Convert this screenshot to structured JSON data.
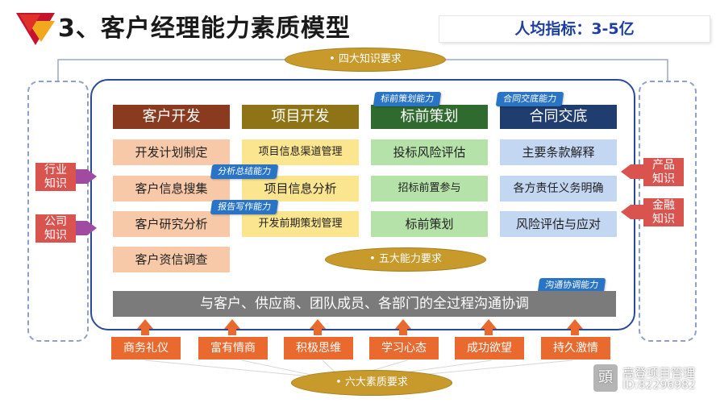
{
  "title": "3、客户经理能力素质模型",
  "metric": "人均指标：3-5亿",
  "ovals": {
    "knowledge": "•  四大知识要求",
    "ability": "•  五大能力要求",
    "quality": "•  六大素质要求"
  },
  "columns": [
    {
      "header": "客户开发",
      "items": [
        "开发计划制定",
        "客户信息搜集",
        "客户研究分析",
        "客户资信调查"
      ]
    },
    {
      "header": "项目开发",
      "items": [
        "项目信息渠道管理",
        "项目信息分析",
        "开发前期策划管理"
      ]
    },
    {
      "header": "标前策划",
      "items": [
        "投标风险评估",
        "招标前置参与",
        "标前策划"
      ]
    },
    {
      "header": "合同交底",
      "items": [
        "主要条款解释",
        "各方责任义务明确",
        "风险评估与应对"
      ]
    }
  ],
  "ability_tags": [
    "标前策划能力",
    "合同交底能力",
    "分析总结能力",
    "报告写作能力",
    "沟通协调能力"
  ],
  "communication_bar": "与客户、供应商、团队成员、各部门的全过程沟通协调",
  "qualities": [
    "商务礼仪",
    "富有情商",
    "积极思维",
    "学习心态",
    "成功欲望",
    "持久激情"
  ],
  "left_knowledge": [
    [
      "行业",
      "知识"
    ],
    [
      "公司",
      "知识"
    ]
  ],
  "right_knowledge": [
    [
      "产品",
      "知识"
    ],
    [
      "金融",
      "知识"
    ]
  ],
  "watermark": {
    "name": "高登项目管理",
    "id": "ID:82296982"
  },
  "colors": {
    "header": [
      "#8a3a1e",
      "#8f7417",
      "#2f6b2f",
      "#1f3d6e"
    ],
    "accent": "#2b4a9a",
    "oval": "#c79a2b",
    "quality": "#e9692e"
  }
}
